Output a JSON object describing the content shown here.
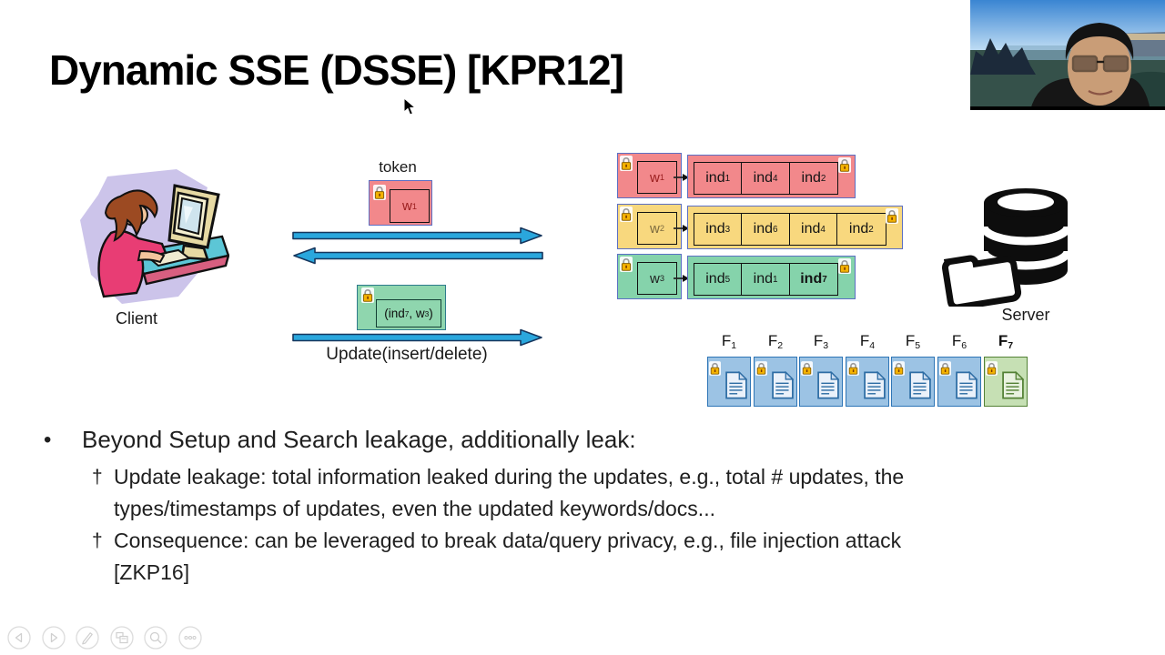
{
  "title": "Dynamic SSE (DSSE) [KPR12]",
  "diagram": {
    "client_label": "Client",
    "server_label": "Server",
    "token_label": "token",
    "token_keyword": {
      "base": "w",
      "sub": "1"
    },
    "update_token": {
      "p1": "(ind",
      "s1": "7",
      "p2": ", w",
      "s2": "3",
      "p3": ")"
    },
    "update_label": "Update(insert/delete)",
    "index_rows": [
      {
        "keyword": {
          "base": "w",
          "sub": "1"
        },
        "cells": [
          {
            "base": "ind",
            "sub": "1"
          },
          {
            "base": "ind",
            "sub": "4"
          },
          {
            "base": "ind",
            "sub": "2"
          }
        ]
      },
      {
        "keyword": {
          "base": "w",
          "sub": "2"
        },
        "cells": [
          {
            "base": "ind",
            "sub": "3"
          },
          {
            "base": "ind",
            "sub": "6"
          },
          {
            "base": "ind",
            "sub": "4"
          },
          {
            "base": "ind",
            "sub": "2"
          }
        ]
      },
      {
        "keyword": {
          "base": "w",
          "sub": "3"
        },
        "cells": [
          {
            "base": "ind",
            "sub": "5"
          },
          {
            "base": "ind",
            "sub": "1"
          },
          {
            "base": "ind",
            "sub": "7"
          }
        ]
      }
    ],
    "files": [
      {
        "base": "F",
        "sub": "1"
      },
      {
        "base": "F",
        "sub": "2"
      },
      {
        "base": "F",
        "sub": "3"
      },
      {
        "base": "F",
        "sub": "4"
      },
      {
        "base": "F",
        "sub": "5"
      },
      {
        "base": "F",
        "sub": "6"
      },
      {
        "base": "F",
        "sub": "7"
      }
    ]
  },
  "bullets": {
    "marker_level1": "•",
    "marker_level2": "†",
    "level1": "Beyond Setup and Search leakage, additionally leak:",
    "sub1": {
      "line1": "Update leakage: total information leaked during the updates, e.g., total # updates, the",
      "line2": "types/timestamps of updates, even the updated keywords/docs..."
    },
    "sub2": {
      "line1": "Consequence: can be leveraged to break data/query privacy, e.g., file injection attack",
      "line2": "[ZKP16]"
    }
  },
  "toolbar": {
    "buttons": [
      "previous-slide",
      "next-slide",
      "pen-tools",
      "see-all-slides",
      "zoom-slide",
      "more-options"
    ]
  },
  "colors": {
    "keyword_row_pink": "#f2888b",
    "keyword_row_yellow": "#f8d87e",
    "keyword_row_green": "#85d3ab",
    "box_border_blue": "#5b6fc4",
    "arrow_blue": "#2aa7dd",
    "arrow_outline": "#17375e",
    "file_blue": "#9cc3e4",
    "file_blue_border": "#2e75b6",
    "file_green": "#c6e0b4",
    "file_green_border": "#538135",
    "lock_gold": "#f5b301"
  }
}
